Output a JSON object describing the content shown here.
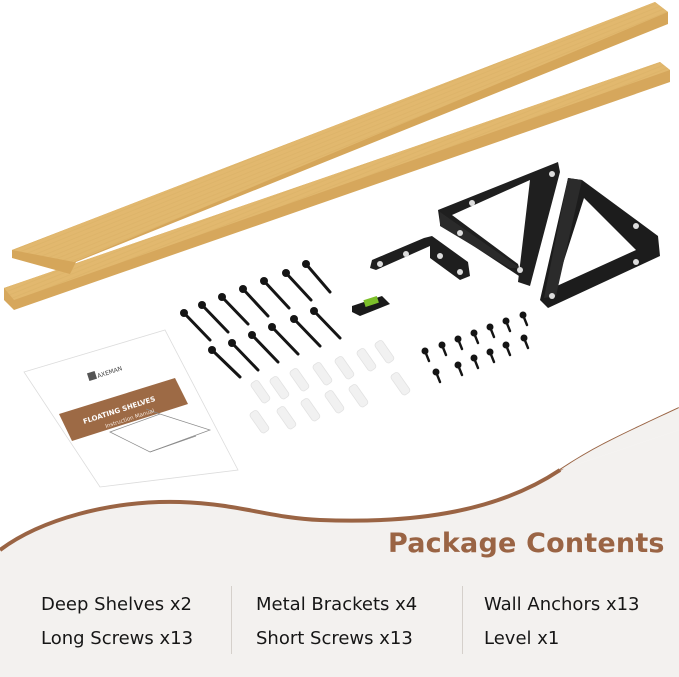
{
  "colors": {
    "accent": "#9a6444",
    "panel_bg": "#f3f1ef",
    "wood": "#e3b86c",
    "metal": "#1e1e1e",
    "text": "#161616"
  },
  "manual": {
    "brand": "AXEMAN",
    "title": "FLOATING SHELVES",
    "subtitle": "Instruction Manual"
  },
  "contents": {
    "title": "Package Contents",
    "columns": [
      [
        "Deep Shelves x2",
        "Long Screws x13"
      ],
      [
        "Metal Brackets x4",
        "Short Screws x13"
      ],
      [
        "Wall Anchors x13",
        "Level x1"
      ]
    ]
  }
}
